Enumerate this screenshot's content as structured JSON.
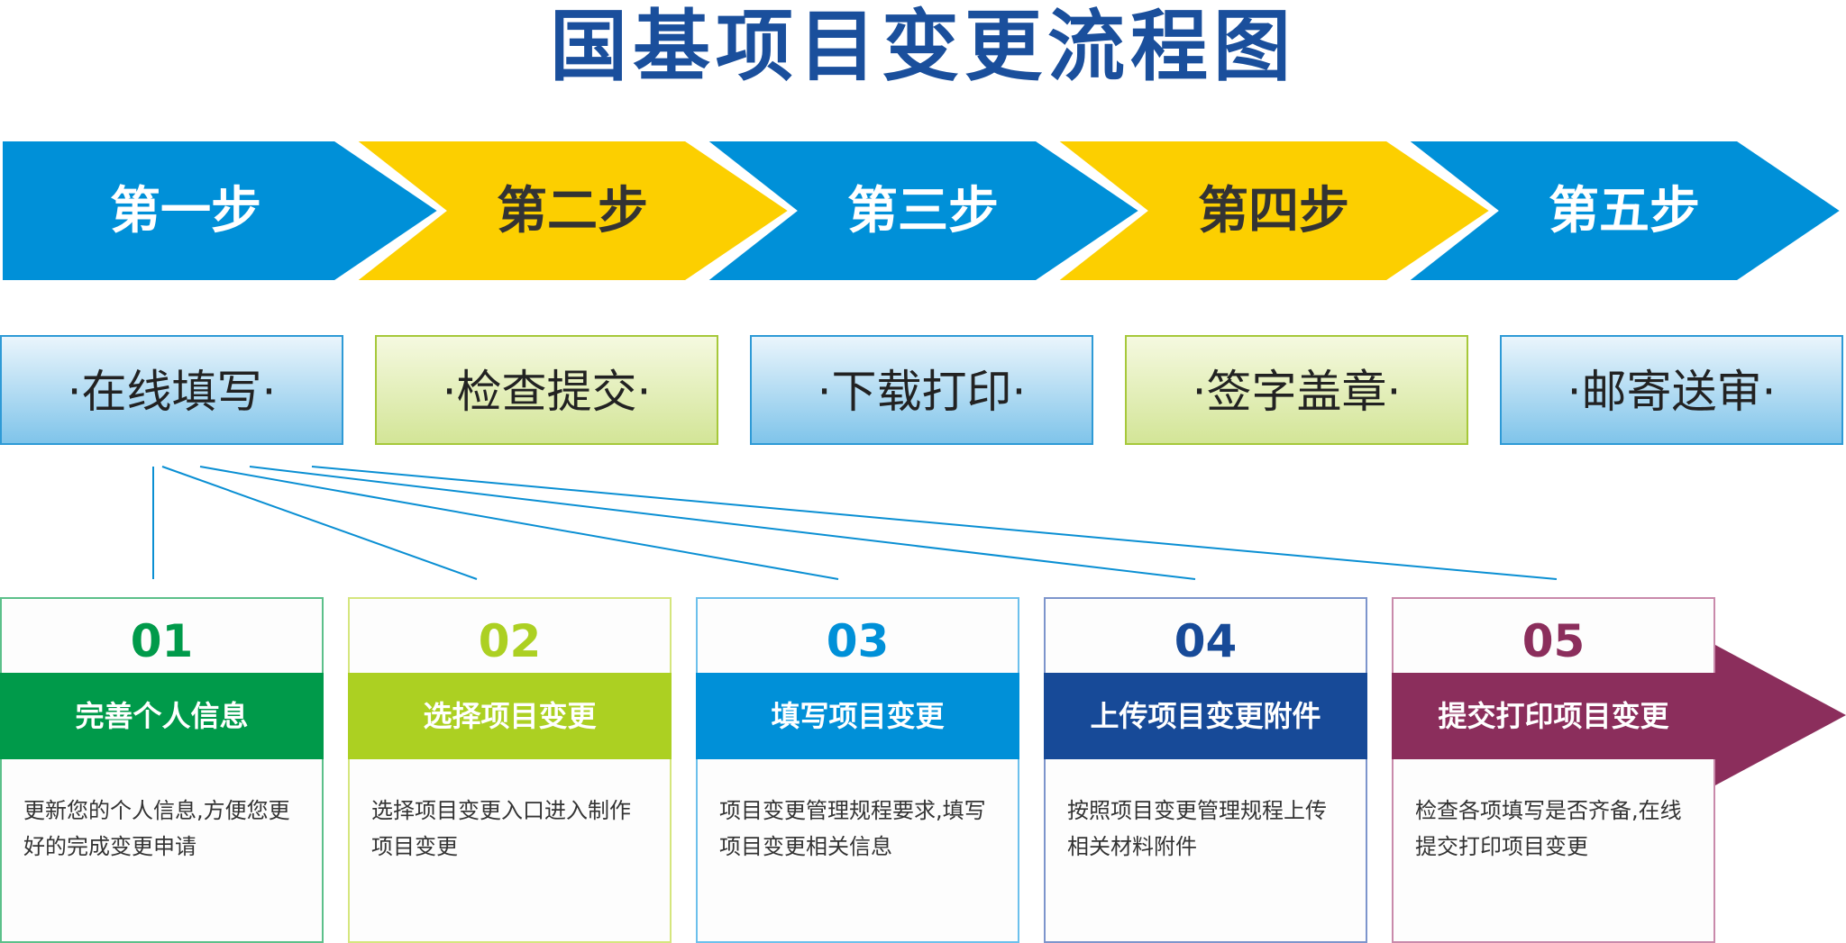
{
  "title": "国基项目变更流程图",
  "steps": [
    {
      "label": "第一步",
      "color": "#0090d8",
      "text_color": "#ffffff"
    },
    {
      "label": "第二步",
      "color": "#fccf00",
      "text_color": "#333333"
    },
    {
      "label": "第三步",
      "color": "#0090d8",
      "text_color": "#ffffff"
    },
    {
      "label": "第四步",
      "color": "#fccf00",
      "text_color": "#333333"
    },
    {
      "label": "第五步",
      "color": "#0090d8",
      "text_color": "#ffffff"
    }
  ],
  "substeps": [
    "·在线填写·",
    "·检查提交·",
    "·下载打印·",
    "·签字盖章·",
    "·邮寄送审·"
  ],
  "cards": [
    {
      "num": "01",
      "title": "完善个人信息",
      "desc": "更新您的个人信息,方便您更好的完成变更申请",
      "color": "#009a4a",
      "border": "#5cc08a"
    },
    {
      "num": "02",
      "title": "选择项目变更",
      "desc": "选择项目变更入口进入制作项目变更",
      "color": "#acd022",
      "border": "#d5e67e"
    },
    {
      "num": "03",
      "title": "填写项目变更",
      "desc": "项目变更管理规程要求,填写项目变更相关信息",
      "color": "#0090d8",
      "border": "#6cc0ec"
    },
    {
      "num": "04",
      "title": "上传项目变更附件",
      "desc": "按照项目变更管理规程上传相关材料附件",
      "color": "#174a98",
      "border": "#7d95cc"
    },
    {
      "num": "05",
      "title": "提交打印项目变更",
      "desc": "检查各项填写是否齐备,在线提交打印项目变更",
      "color": "#8b2e5c",
      "border": "#c98aab"
    }
  ]
}
